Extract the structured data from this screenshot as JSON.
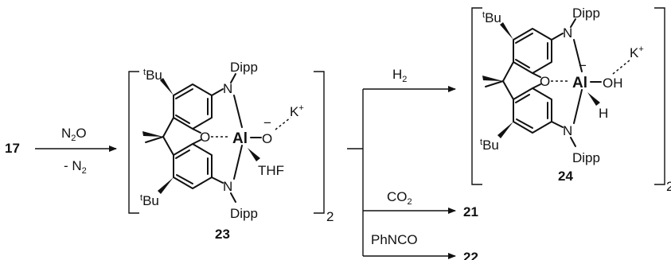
{
  "colors": {
    "aluminum": "#b0589e",
    "ink": "#111111"
  },
  "start": {
    "compound": "17"
  },
  "step1": {
    "reagent_main": "N",
    "reagent_sub": "2",
    "reagent_tail": "O",
    "byproduct_pre": "- N",
    "byproduct_sub": "2"
  },
  "complex23": {
    "number": "23",
    "subscript": "2",
    "tbu_sup": "t",
    "tbu_main": "Bu",
    "n_atom": "N",
    "o_atom": "O",
    "al_atom": "Al",
    "charge_minus": "−",
    "oxide": "O",
    "k_main": "K",
    "k_sup": "+",
    "dipp": "Dipp",
    "thf": "THF"
  },
  "branches": [
    {
      "reagent_main": "H",
      "reagent_sub": "2",
      "product": "24"
    },
    {
      "reagent_main": "CO",
      "reagent_sub": "2",
      "product": "21"
    },
    {
      "reagent_main": "PhNCO",
      "reagent_sub": "",
      "product": "22"
    }
  ],
  "complex24": {
    "number": "24",
    "subscript": "2",
    "tbu_sup": "t",
    "tbu_main": "Bu",
    "n_atom": "N",
    "o_atom": "O",
    "al_atom": "Al",
    "charge_minus": "−",
    "hydroxide": "OH",
    "hydride": "H",
    "k_main": "K",
    "k_sup": "+",
    "dipp": "Dipp"
  }
}
